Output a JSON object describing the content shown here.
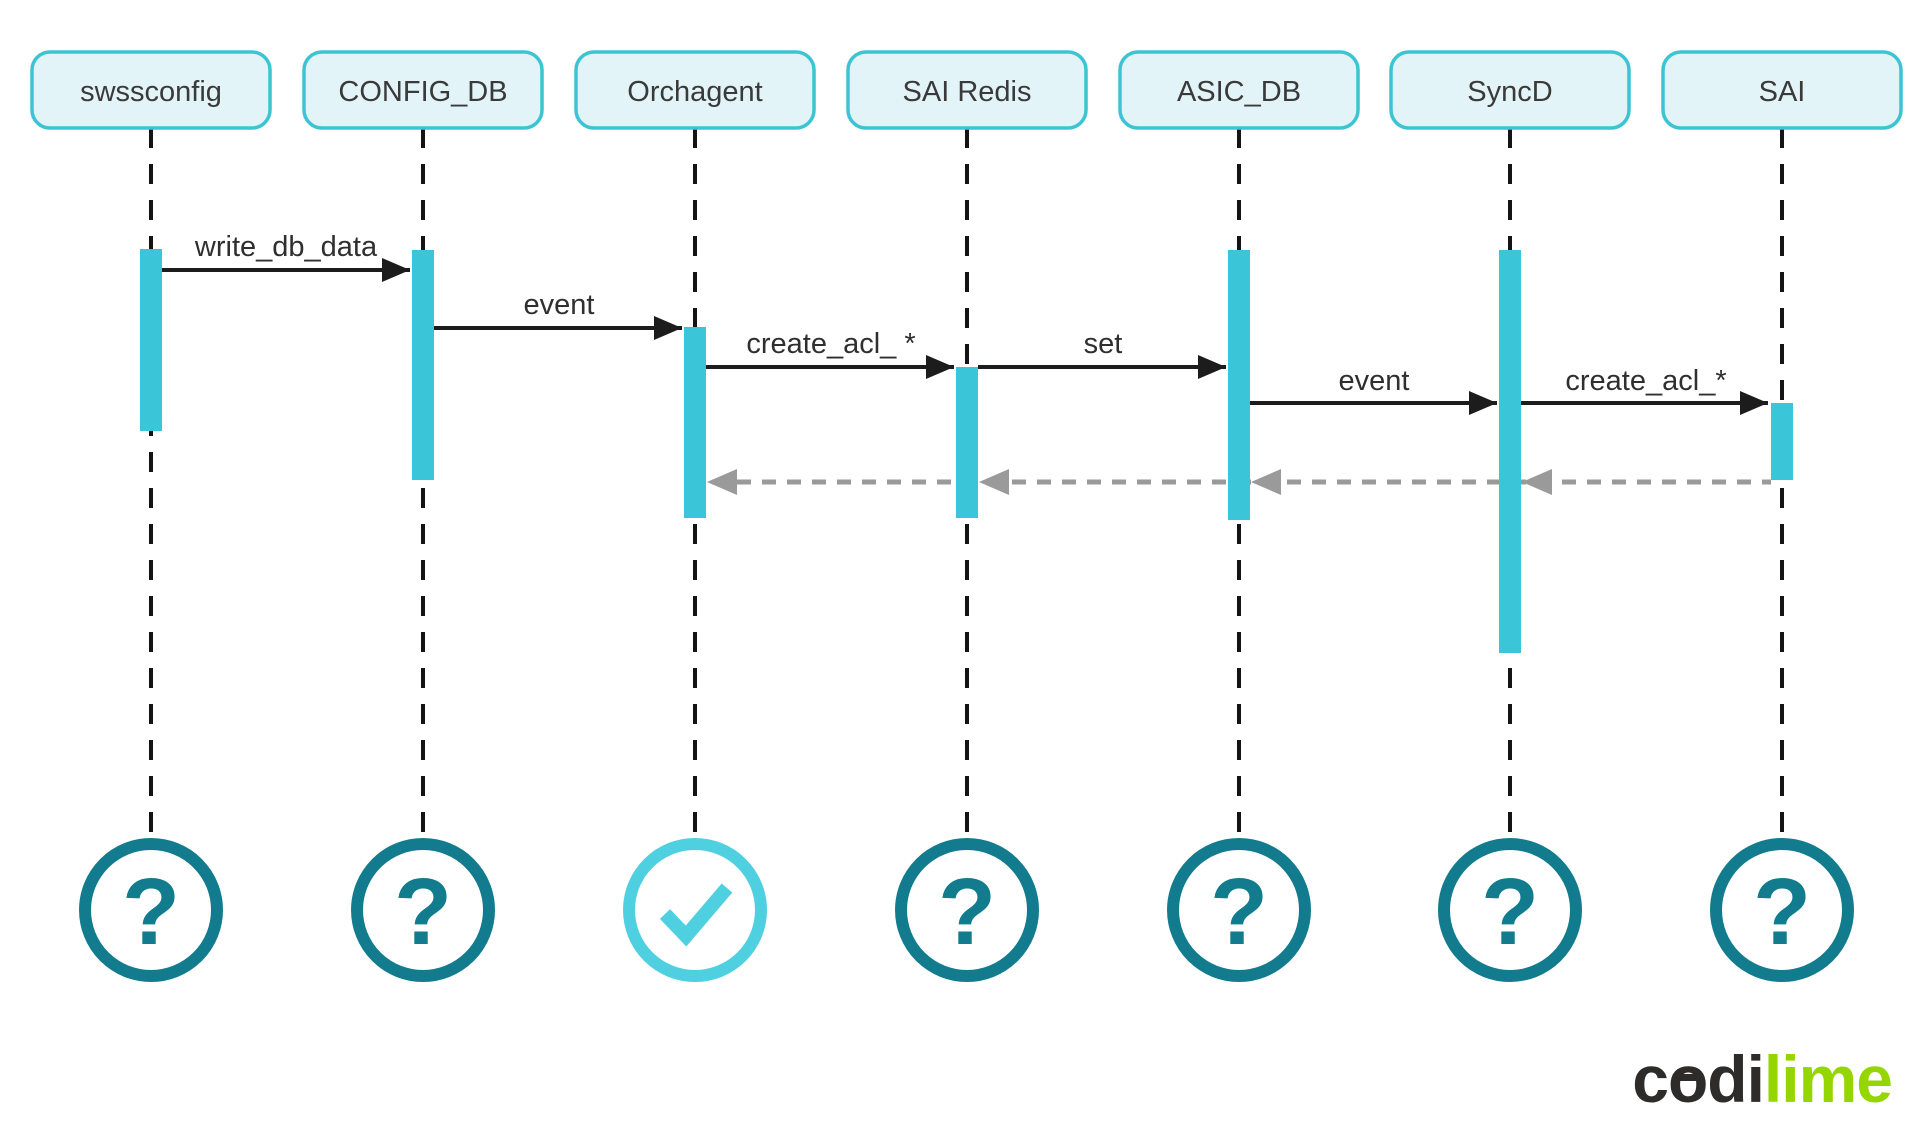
{
  "participants": [
    {
      "name": "swssconfig",
      "status_icon": "question-mark"
    },
    {
      "name": "CONFIG_DB",
      "status_icon": "question-mark"
    },
    {
      "name": "Orchagent",
      "status_icon": "checkmark"
    },
    {
      "name": "SAI Redis",
      "status_icon": "question-mark"
    },
    {
      "name": "ASIC_DB",
      "status_icon": "question-mark"
    },
    {
      "name": "SyncD",
      "status_icon": "question-mark"
    },
    {
      "name": "SAI",
      "status_icon": "question-mark"
    }
  ],
  "messages": [
    {
      "label": "write_db_data",
      "from": "swssconfig",
      "to": "CONFIG_DB",
      "style": "solid"
    },
    {
      "label": "event",
      "from": "CONFIG_DB",
      "to": "Orchagent",
      "style": "solid"
    },
    {
      "label": "create_acl_ *",
      "from": "Orchagent",
      "to": "SAI Redis",
      "style": "solid"
    },
    {
      "label": "set",
      "from": "SAI Redis",
      "to": "ASIC_DB",
      "style": "solid"
    },
    {
      "label": "event",
      "from": "ASIC_DB",
      "to": "SyncD",
      "style": "solid"
    },
    {
      "label": "create_acl_*",
      "from": "SyncD",
      "to": "SAI",
      "style": "solid"
    }
  ],
  "return_flow": {
    "style": "dashed-gray",
    "from": "SAI",
    "to": "Orchagent",
    "label": ""
  },
  "glyphs": {
    "question_mark": "?"
  },
  "logo": {
    "c": "c",
    "o": "o",
    "di": "di",
    "lime": "lime"
  },
  "colors": {
    "box_fill": "#e2f4f7",
    "box_stroke": "#3dc4d3",
    "activation_bar": "#3ac6d8",
    "lifeline": "#141414",
    "arrow": "#1c1c1c",
    "return_gray": "#9a9a9a",
    "circle_teal": "#127c8e",
    "circle_check": "#4fd0e0",
    "label_text": "#2f2f2f",
    "logo_dark": "#2d2c2b",
    "logo_green": "#95d600"
  }
}
